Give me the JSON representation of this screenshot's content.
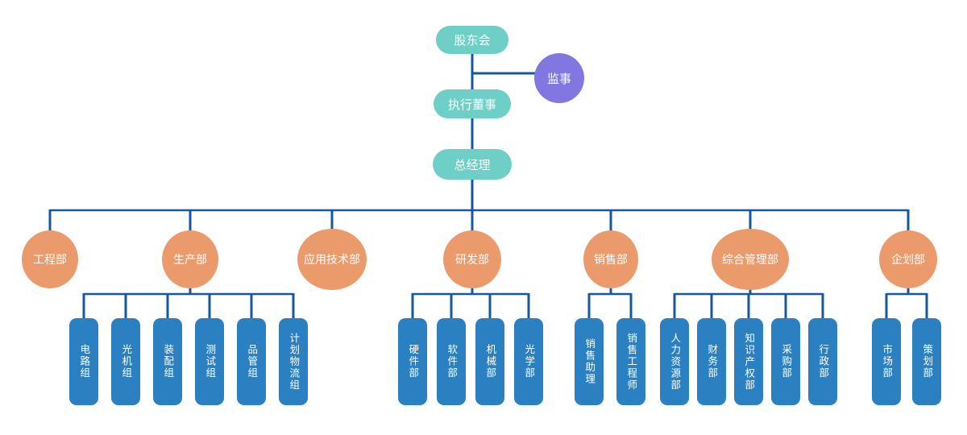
{
  "colors": {
    "teal": "#6dcfc6",
    "purple": "#8078e0",
    "orange": "#eb9a6c",
    "blue": "#2a80c1",
    "line": "#1558a0",
    "node_text": "#ffffff"
  },
  "top": {
    "shareholders": {
      "label": "股东会"
    },
    "supervisor": {
      "label": "监事"
    },
    "executive_director": {
      "label": "执行董事"
    },
    "general_manager": {
      "label": "总经理"
    }
  },
  "departments": [
    {
      "label": "工程部",
      "children": []
    },
    {
      "label": "生产部",
      "children": [
        {
          "label": "电路组"
        },
        {
          "label": "光机组"
        },
        {
          "label": "装配组"
        },
        {
          "label": "测试组"
        },
        {
          "label": "品管组"
        },
        {
          "label": "计划物流组"
        }
      ]
    },
    {
      "label": "应用技术部",
      "children": []
    },
    {
      "label": "研发部",
      "children": [
        {
          "label": "硬件部"
        },
        {
          "label": "软件部"
        },
        {
          "label": "机械部"
        },
        {
          "label": "光学部"
        }
      ]
    },
    {
      "label": "销售部",
      "children": [
        {
          "label": "销售助理"
        },
        {
          "label": "销售工程师"
        }
      ]
    },
    {
      "label": "综合管理部",
      "children": [
        {
          "label": "人力资源部"
        },
        {
          "label": "财务部"
        },
        {
          "label": "知识产权部"
        },
        {
          "label": "采购部"
        },
        {
          "label": "行政部"
        }
      ]
    },
    {
      "label": "企划部",
      "children": [
        {
          "label": "市场部"
        },
        {
          "label": "策划部"
        }
      ]
    }
  ]
}
